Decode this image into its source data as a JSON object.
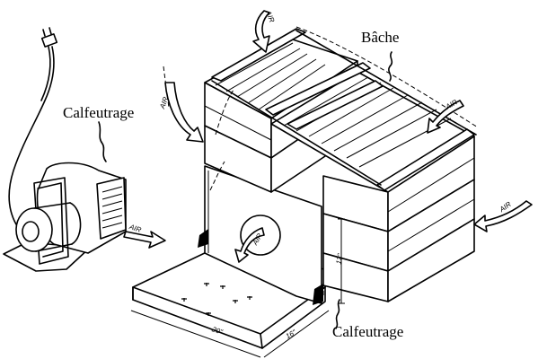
{
  "labels": {
    "tarp": "Bâche",
    "caulking_top": "Calfeutrage",
    "caulking_bottom": "Calfeutrage"
  },
  "air_labels": [
    "AIR",
    "AIR",
    "AIR",
    "AIR",
    "AIR",
    "AIR"
  ],
  "dimensions": {
    "height": "12\"",
    "width": "20\"",
    "depth": "16\""
  }
}
